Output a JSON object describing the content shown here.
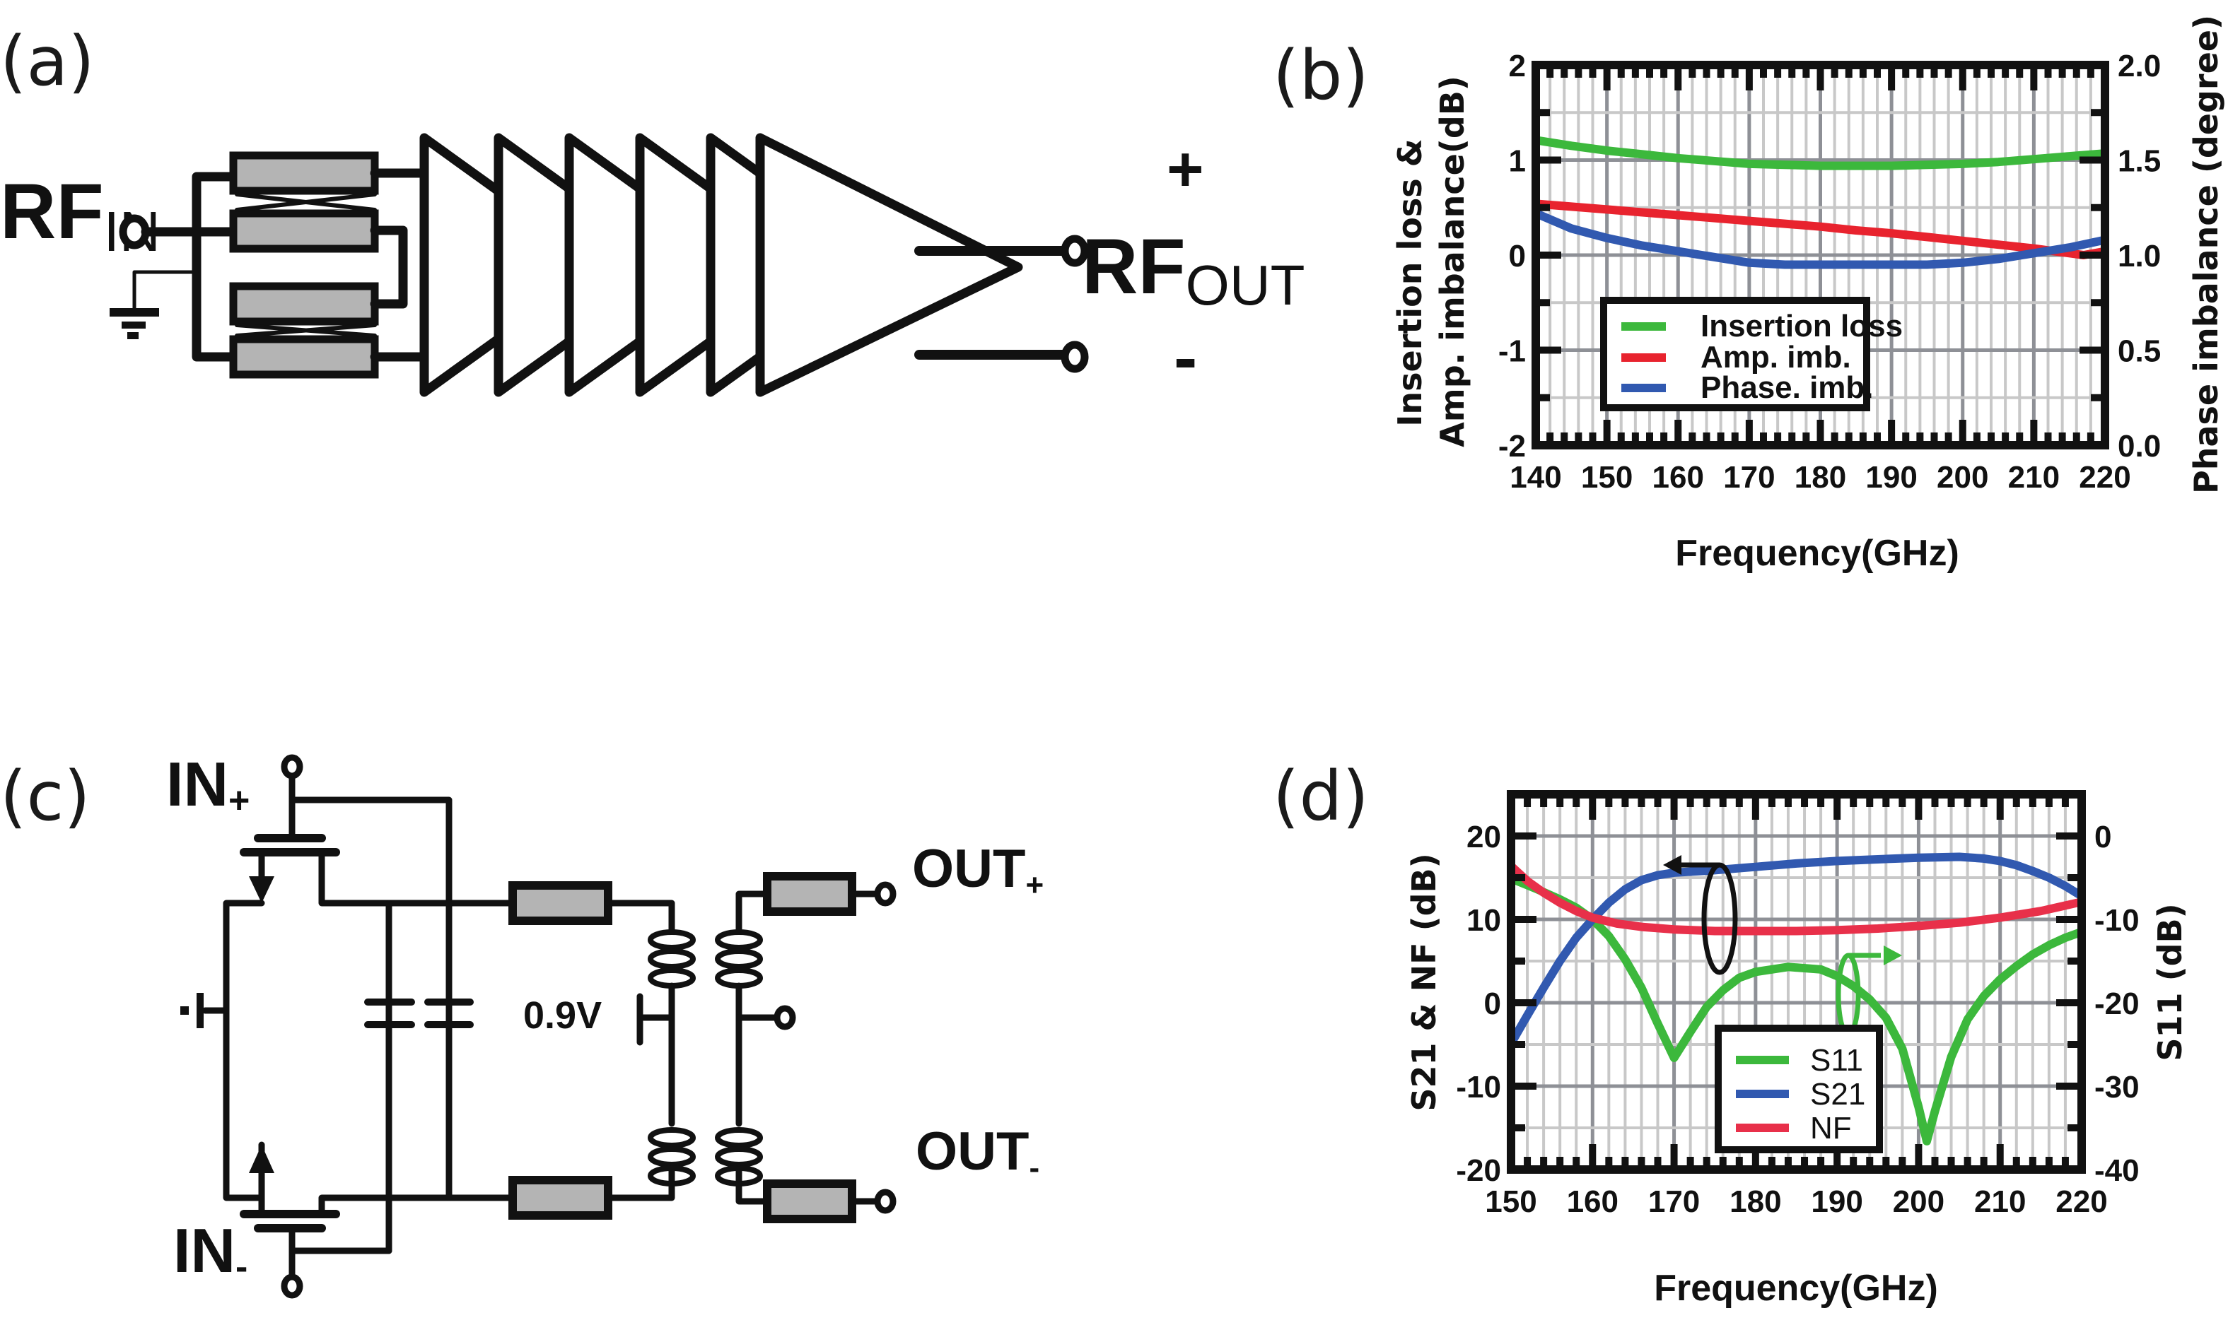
{
  "figure": {
    "panel_labels": {
      "a": "(a)",
      "b": "(b)",
      "c": "(c)",
      "d": "(d)"
    }
  },
  "panel_a": {
    "input_label_main": "RF",
    "input_label_sub": "IN",
    "output_label_main": "RF",
    "output_label_sub": "OUT",
    "output_plus": "+",
    "output_minus": "-",
    "amplifier_stage_count": 6,
    "colors": {
      "line": "#111111",
      "tline_fill": "#b4b4b4"
    }
  },
  "panel_c": {
    "in_plus_main": "IN",
    "in_plus_sub": "+",
    "in_minus_main": "IN",
    "in_minus_sub": "-",
    "bias_label": "0.9V",
    "out_plus_main": "OUT",
    "out_plus_sub": "+",
    "out_minus_main": "OUT",
    "out_minus_sub": "-"
  },
  "chart_data": [
    {
      "id": "b",
      "type": "line",
      "title": "",
      "xlabel": "Frequency(GHz)",
      "ylabel_line1": "Insertion loss &",
      "ylabel_line2": "Amp. imbalance(dB)",
      "y2label": "Phase imbalance (degree)",
      "xlim": [
        140,
        220
      ],
      "ylim": [
        -2,
        2
      ],
      "y2lim": [
        0.0,
        2.0
      ],
      "xticks": [
        140,
        150,
        160,
        170,
        180,
        190,
        200,
        210,
        220
      ],
      "yticks": [
        -2,
        -1,
        0,
        1,
        2
      ],
      "yticklabels": [
        "-2",
        "-1",
        "0",
        "1",
        "2"
      ],
      "y2ticks": [
        0.0,
        0.5,
        1.0,
        1.5,
        2.0
      ],
      "y2ticklabels": [
        "0.0",
        "0.5",
        "1.0",
        "1.5",
        "2.0"
      ],
      "grid": true,
      "legend_position": "lower-center",
      "series": [
        {
          "name": "Insertion loss",
          "axis": "left",
          "color": "#3cb83c",
          "x": [
            140,
            145,
            150,
            155,
            160,
            165,
            170,
            175,
            180,
            185,
            190,
            195,
            200,
            205,
            210,
            215,
            220
          ],
          "y": [
            1.21,
            1.15,
            1.1,
            1.06,
            1.02,
            0.99,
            0.96,
            0.95,
            0.94,
            0.94,
            0.94,
            0.95,
            0.96,
            0.98,
            1.01,
            1.04,
            1.07
          ]
        },
        {
          "name": "Amp. imb.",
          "axis": "left",
          "color": "#e8232e",
          "x": [
            140,
            145,
            150,
            155,
            160,
            165,
            170,
            175,
            180,
            185,
            190,
            195,
            200,
            205,
            210,
            215,
            217,
            220
          ],
          "y": [
            0.54,
            0.51,
            0.48,
            0.45,
            0.42,
            0.39,
            0.36,
            0.33,
            0.3,
            0.26,
            0.23,
            0.19,
            0.15,
            0.11,
            0.07,
            0.02,
            0.0,
            0.04
          ]
        },
        {
          "name": "Phase. imb.",
          "axis": "right",
          "color": "#3159b0",
          "x": [
            140,
            145,
            150,
            155,
            160,
            165,
            170,
            175,
            180,
            185,
            190,
            195,
            200,
            205,
            210,
            215,
            220
          ],
          "y": [
            1.22,
            1.14,
            1.09,
            1.05,
            1.02,
            0.99,
            0.96,
            0.95,
            0.95,
            0.95,
            0.95,
            0.95,
            0.96,
            0.98,
            1.01,
            1.04,
            1.08
          ]
        }
      ]
    },
    {
      "id": "d",
      "type": "line",
      "title": "",
      "xlabel": "Frequency(GHz)",
      "ylabel": "S21 & NF (dB)",
      "y2label": "S11 (dB)",
      "xlim": [
        150,
        220
      ],
      "ylim": [
        -20,
        25
      ],
      "y2lim": [
        -40,
        5
      ],
      "xticks": [
        150,
        160,
        170,
        180,
        190,
        200,
        210,
        220
      ],
      "yticks": [
        -20,
        -10,
        0,
        10,
        20
      ],
      "yticklabels": [
        "-20",
        "-10",
        "0",
        "10",
        "20"
      ],
      "y2ticks": [
        -40,
        -30,
        -20,
        -10,
        0
      ],
      "y2ticklabels": [
        "-40",
        "-30",
        "-20",
        "-10",
        "0"
      ],
      "grid": true,
      "legend_position": "lower-center",
      "annotations": [
        {
          "type": "ellipse-arrow",
          "points_to": "left-axis",
          "series": [
            "S21",
            "NF"
          ],
          "color": "#111111"
        },
        {
          "type": "ellipse-arrow",
          "points_to": "right-axis",
          "series": [
            "S11"
          ],
          "color": "#3cb83c"
        }
      ],
      "series": [
        {
          "name": "S11",
          "axis": "right",
          "color": "#3cb83c",
          "x": [
            150,
            153,
            156,
            158,
            160,
            162,
            164,
            166,
            168,
            170,
            172,
            174,
            176,
            178,
            180,
            184,
            188,
            190,
            192,
            194,
            196,
            198,
            200,
            201,
            202,
            204,
            206,
            208,
            210,
            212,
            214,
            216,
            218,
            220
          ],
          "y": [
            -5.1,
            -6.3,
            -7.6,
            -8.6,
            -10.0,
            -12.0,
            -14.8,
            -18.2,
            -22.5,
            -26.6,
            -23.5,
            -20.5,
            -18.5,
            -17.0,
            -16.3,
            -15.7,
            -16.0,
            -16.8,
            -18.0,
            -19.6,
            -21.8,
            -25.5,
            -32.5,
            -36.6,
            -33.0,
            -26.5,
            -22.0,
            -19.2,
            -17.2,
            -15.6,
            -14.2,
            -13.1,
            -12.2,
            -11.5
          ]
        },
        {
          "name": "S21",
          "axis": "left",
          "color": "#3159b0",
          "x": [
            150,
            152,
            154,
            156,
            158,
            160,
            162,
            164,
            166,
            168,
            170,
            175,
            180,
            185,
            190,
            195,
            200,
            205,
            208,
            210,
            212,
            214,
            216,
            218,
            220
          ],
          "y": [
            -4.9,
            -1.5,
            1.8,
            5.0,
            7.8,
            10.0,
            12.0,
            13.6,
            14.7,
            15.3,
            15.6,
            15.9,
            16.3,
            16.7,
            17.0,
            17.2,
            17.4,
            17.5,
            17.3,
            17.0,
            16.5,
            15.8,
            15.0,
            14.0,
            12.8
          ]
        },
        {
          "name": "NF",
          "axis": "left",
          "color": "#e8304a",
          "x": [
            150,
            152,
            154,
            156,
            158,
            160,
            163,
            166,
            170,
            175,
            180,
            185,
            190,
            195,
            200,
            205,
            210,
            215,
            220
          ],
          "y": [
            16.4,
            14.6,
            13.2,
            12.0,
            11.0,
            10.2,
            9.5,
            9.1,
            8.8,
            8.6,
            8.6,
            8.6,
            8.7,
            8.9,
            9.2,
            9.6,
            10.2,
            11.0,
            12.1
          ]
        }
      ]
    }
  ]
}
